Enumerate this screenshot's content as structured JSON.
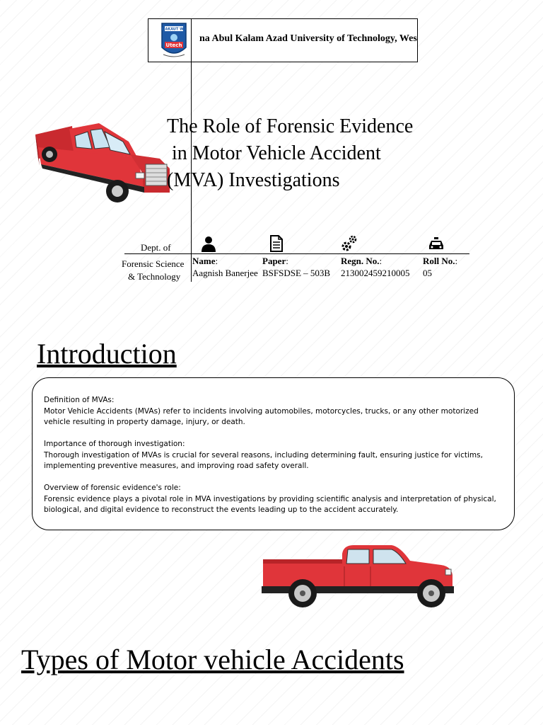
{
  "header": {
    "university": "na Abul Kalam Azad University of Technology, West Bengal",
    "logo_text_top": "MAKAUT WB",
    "logo_text_main": "Utech"
  },
  "title_lines": [
    "The Role of Forensic Evidence",
    " in Motor Vehicle Accident",
    "(MVA) Investigations"
  ],
  "info": {
    "dept_label": "Dept. of",
    "dept_value_1": "Forensic Science",
    "dept_value_2": "& Technology",
    "name_label": "Name",
    "name_value": "Aagnish Banerjee",
    "paper_label": "Paper",
    "paper_value": "BSFSDSE – 503B",
    "regn_label": "Regn. No.",
    "regn_value": "213002459210005",
    "roll_label": "Roll No.",
    "roll_value": "05",
    "icons": [
      "person-icon",
      "document-icon",
      "gears-icon",
      "taxi-icon"
    ]
  },
  "introduction": {
    "heading": "Introduction",
    "sections": [
      {
        "title": "Definition of MVAs:",
        "body": "Motor Vehicle Accidents (MVAs) refer to incidents involving automobiles, motorcycles, trucks, or any other motorized vehicle resulting in property damage, injury, or death."
      },
      {
        "title": "Importance of thorough investigation:",
        "body": "Thorough investigation of MVAs is crucial for several reasons, including determining fault, ensuring justice for victims, implementing preventive measures, and improving road safety overall."
      },
      {
        "title": "Overview of forensic evidence's role:",
        "body": "Forensic evidence plays a pivotal role in MVA investigations by providing scientific analysis and interpretation of physical, biological, and digital evidence to reconstruct the events leading up to the accident accurately."
      }
    ]
  },
  "types_heading": "Types of Motor vehicle Accidents",
  "colors": {
    "truck_red": "#e0353a",
    "logo_blue": "#1f5aa6"
  }
}
